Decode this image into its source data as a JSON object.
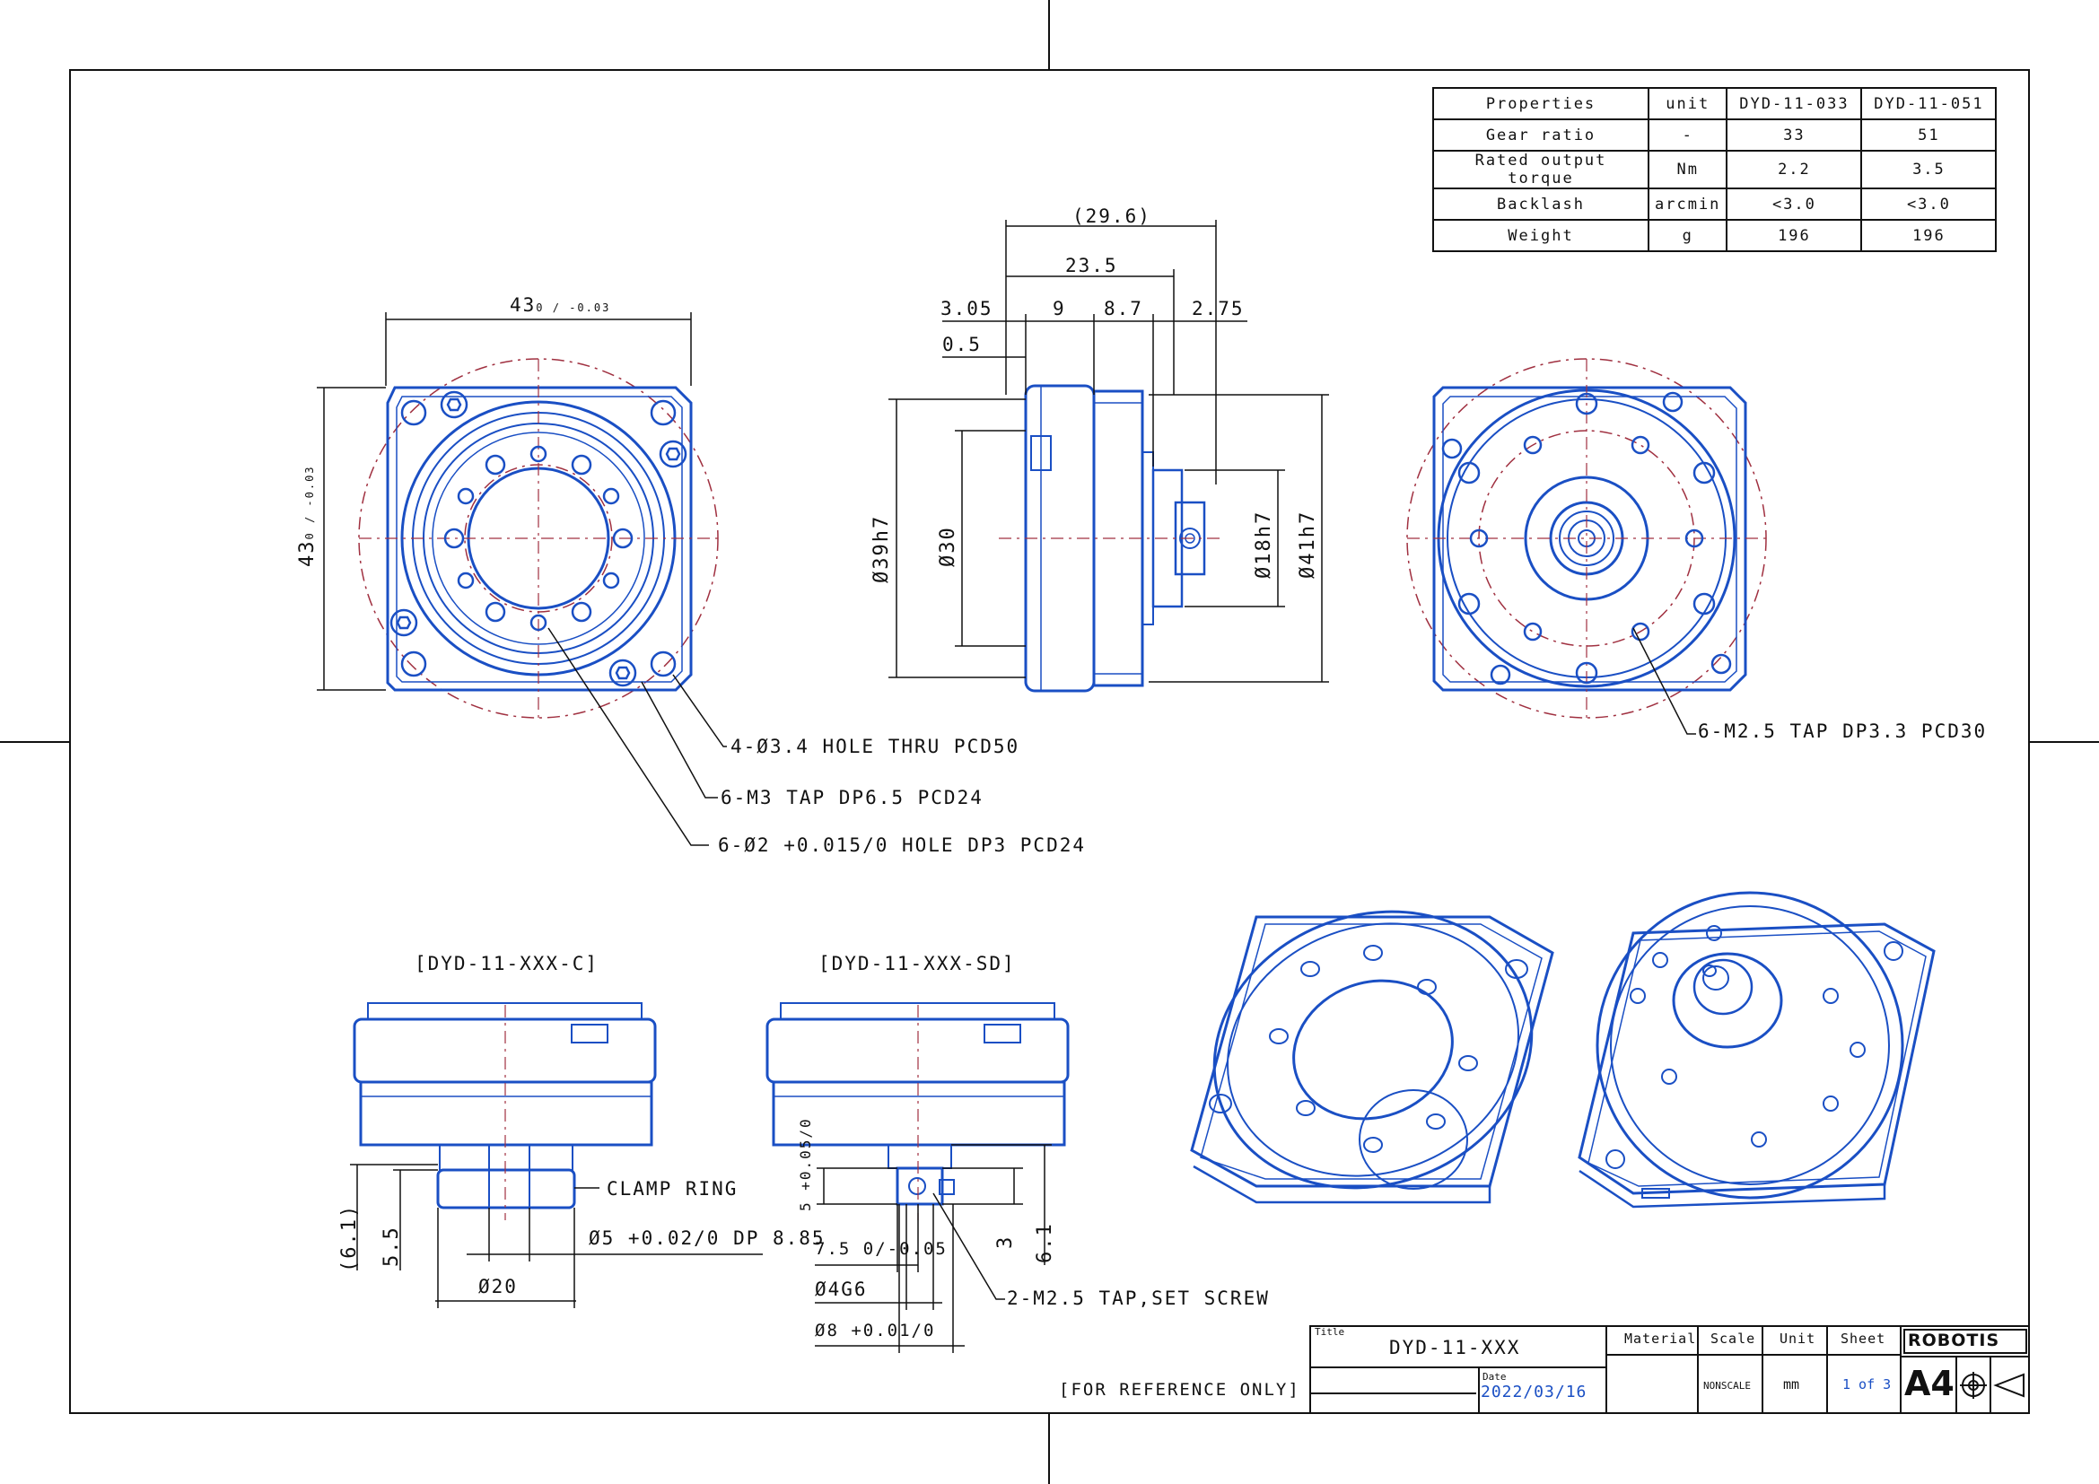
{
  "properties_table": {
    "header": [
      "Properties",
      "unit",
      "DYD-11-033",
      "DYD-11-051"
    ],
    "rows": [
      [
        "Gear ratio",
        "-",
        "33",
        "51"
      ],
      [
        "Rated output torque",
        "Nm",
        "2.2",
        "3.5"
      ],
      [
        "Backlash",
        "arcmin",
        "<3.0",
        "<3.0"
      ],
      [
        "Weight",
        "g",
        "196",
        "196"
      ]
    ]
  },
  "front_view": {
    "width_dim": "43",
    "width_tol": "0 / -0.03",
    "height_dim": "43",
    "height_tol": "0 / -0.03",
    "callouts": [
      "4-Ø3.4 HOLE THRU PCD50",
      "6-M3 TAP DP6.5 PCD24",
      "6-Ø2 +0.015/0 HOLE DP3 PCD24"
    ]
  },
  "side_view": {
    "dims_top": [
      "(29.6)",
      "23.5",
      "3.05",
      "9",
      "8.7",
      "2.75",
      "0.5"
    ],
    "dims_left": [
      "Ø39h7",
      "Ø30"
    ],
    "dims_right": [
      "Ø18h7",
      "Ø41h7"
    ]
  },
  "back_view": {
    "callout": "6-M2.5 TAP DP3.3 PCD30"
  },
  "variant_c": {
    "title": "[DYD-11-XXX-C]",
    "labels": [
      "CLAMP RING",
      "Ø5 +0.02/0 DP 8.85",
      "Ø20",
      "(6.1)",
      "5.5"
    ]
  },
  "variant_sd": {
    "title": "[DYD-11-XXX-SD]",
    "labels": [
      "5 +0.05/0",
      "7.5 0/-0.05",
      "Ø4G6",
      "Ø8 +0.01/0",
      "3",
      "6.1",
      "2-M2.5 TAP,SET SCREW"
    ]
  },
  "note": "[FOR REFERENCE ONLY]",
  "title_block": {
    "title_caption": "Title",
    "title": "DYD-11-XXX",
    "date_caption": "Date",
    "date": "2022/03/16",
    "material_caption": "Material",
    "scale_caption": "Scale",
    "scale": "NONSCALE",
    "unit_caption": "Unit",
    "unit": "mm",
    "sheet_caption": "Sheet",
    "sheet": "1 of 3",
    "size": "A4",
    "logo": "ROBOTIS"
  },
  "colors": {
    "part_line": "#1a4fc4",
    "center_line": "#a03040",
    "dim_line": "#111111"
  }
}
